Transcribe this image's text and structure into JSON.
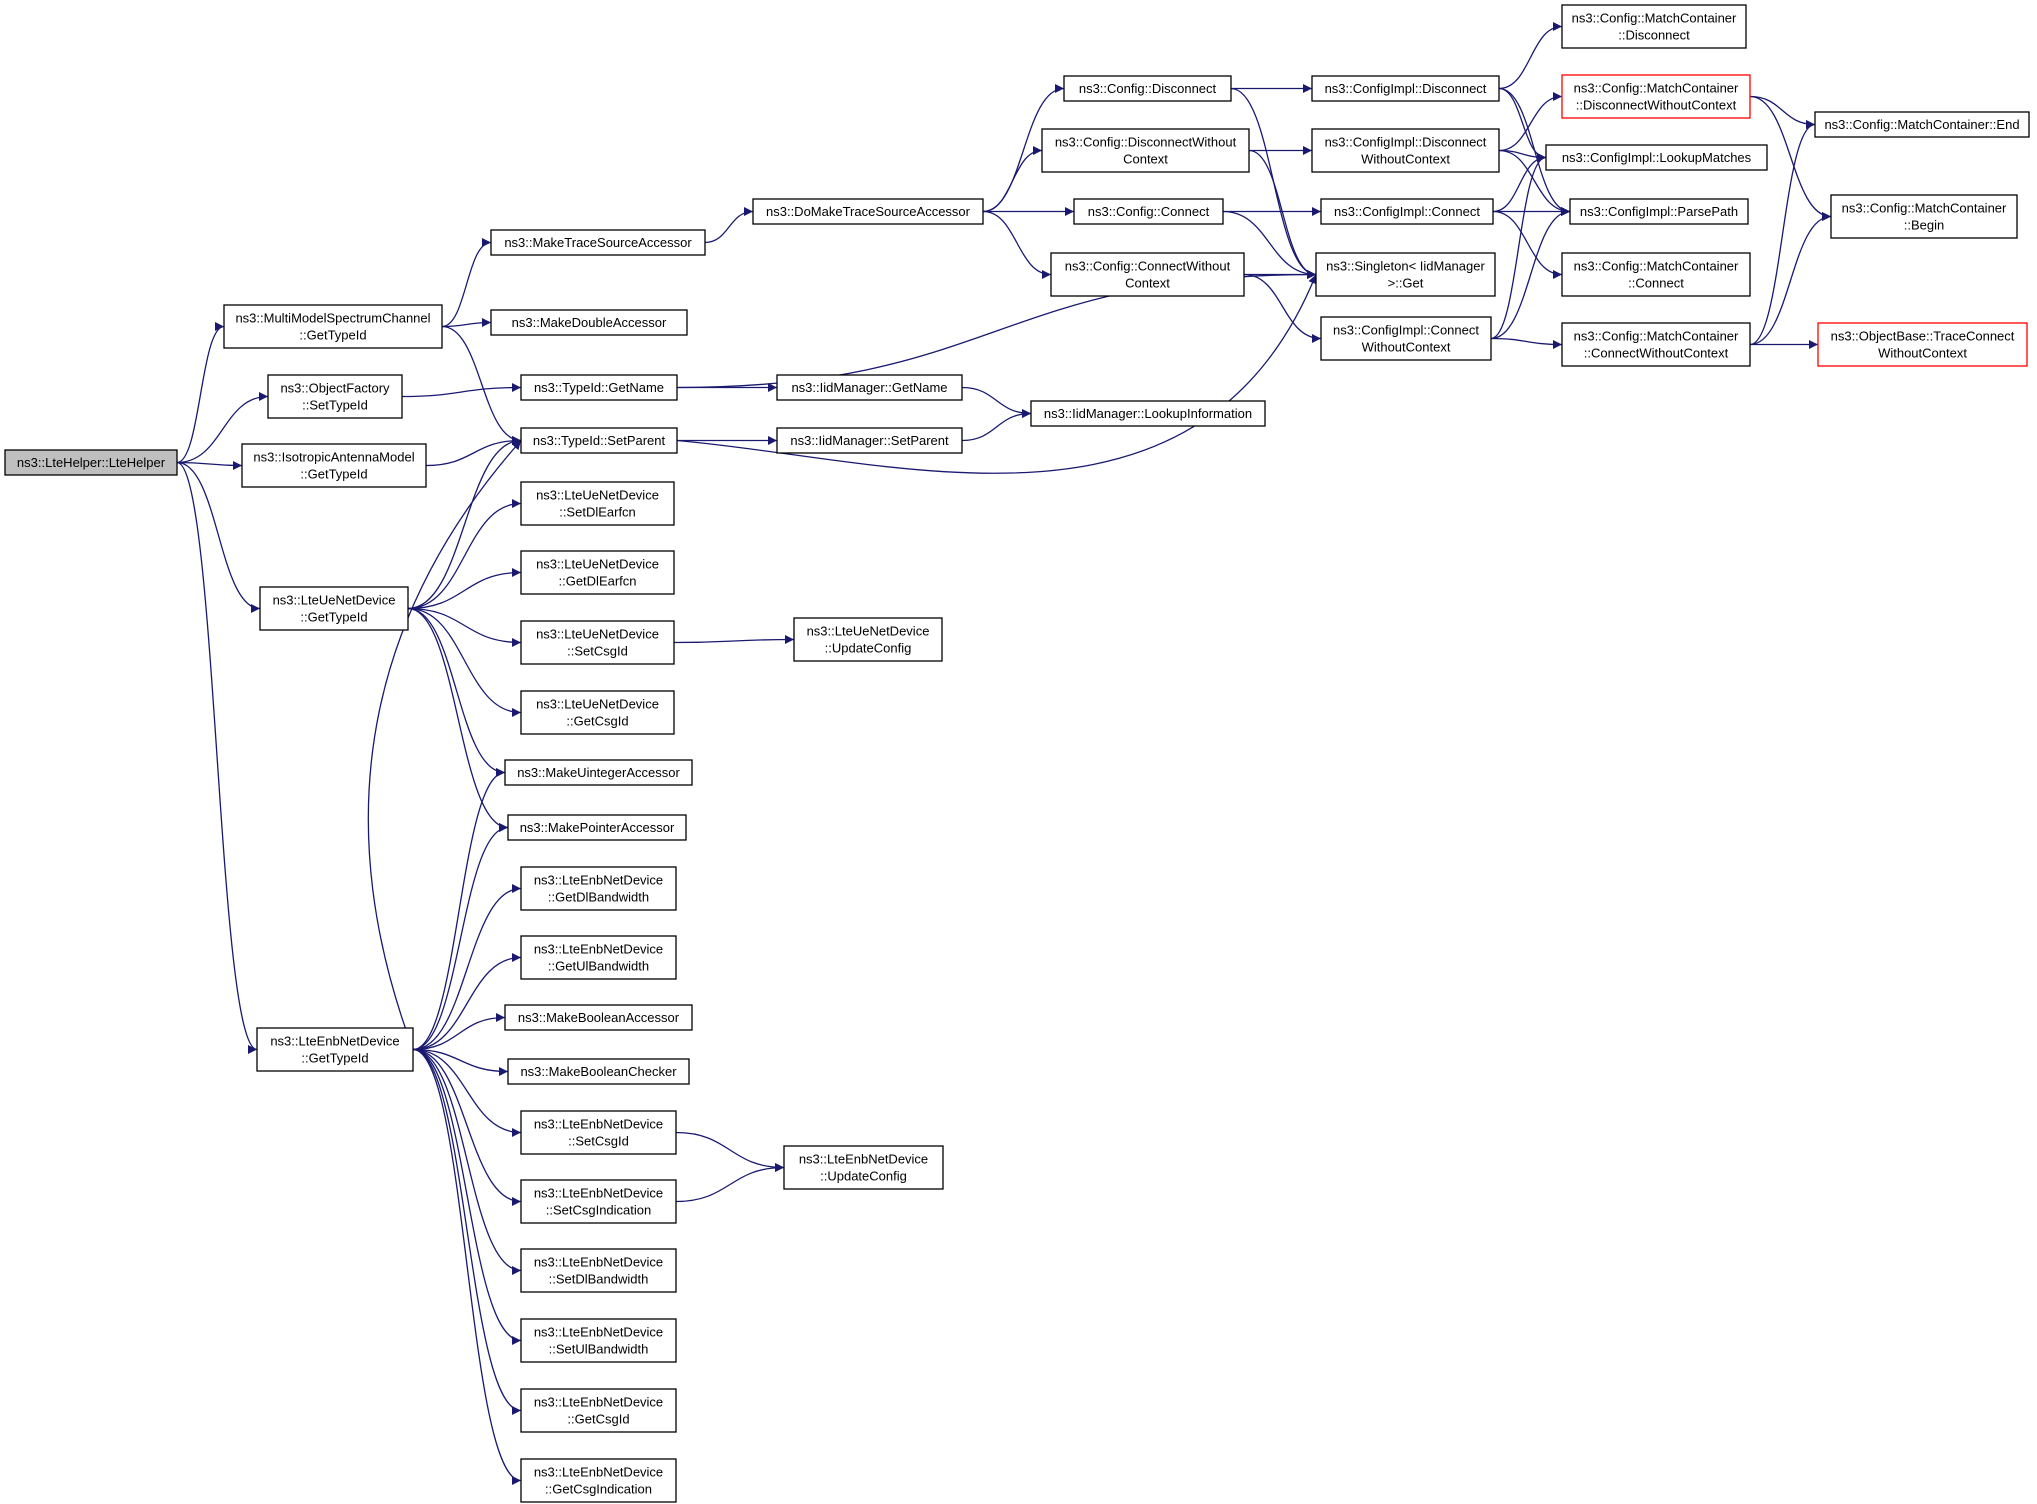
{
  "diagram": {
    "title": "",
    "colors": {
      "edge": "#191970",
      "node_border": "#000000",
      "root_fill": "#bfbfbf",
      "external_border": "#ff0000",
      "background": "#ffffff"
    },
    "nodes": [
      {
        "id": "n0",
        "lines": [
          "ns3::LteHelper::LteHelper"
        ],
        "style": "root"
      },
      {
        "id": "n1",
        "lines": [
          "ns3::MultiModelSpectrumChannel",
          "::GetTypeId"
        ]
      },
      {
        "id": "n2",
        "lines": [
          "ns3::ObjectFactory",
          "::SetTypeId"
        ]
      },
      {
        "id": "n3",
        "lines": [
          "ns3::IsotropicAntennaModel",
          "::GetTypeId"
        ]
      },
      {
        "id": "n4",
        "lines": [
          "ns3::LteUeNetDevice",
          "::GetTypeId"
        ]
      },
      {
        "id": "n5",
        "lines": [
          "ns3::LteEnbNetDevice",
          "::GetTypeId"
        ]
      },
      {
        "id": "n6",
        "lines": [
          "ns3::MakeTraceSourceAccessor"
        ]
      },
      {
        "id": "n7",
        "lines": [
          "ns3::MakeDoubleAccessor"
        ]
      },
      {
        "id": "n8",
        "lines": [
          "ns3::TypeId::GetName"
        ]
      },
      {
        "id": "n9",
        "lines": [
          "ns3::TypeId::SetParent"
        ]
      },
      {
        "id": "n10",
        "lines": [
          "ns3::LteUeNetDevice",
          "::SetDlEarfcn"
        ]
      },
      {
        "id": "n11",
        "lines": [
          "ns3::LteUeNetDevice",
          "::GetDlEarfcn"
        ]
      },
      {
        "id": "n12",
        "lines": [
          "ns3::LteUeNetDevice",
          "::SetCsgId"
        ]
      },
      {
        "id": "n13",
        "lines": [
          "ns3::LteUeNetDevice",
          "::GetCsgId"
        ]
      },
      {
        "id": "n14",
        "lines": [
          "ns3::MakeUintegerAccessor"
        ]
      },
      {
        "id": "n15",
        "lines": [
          "ns3::MakePointerAccessor"
        ]
      },
      {
        "id": "n16",
        "lines": [
          "ns3::LteEnbNetDevice",
          "::GetDlBandwidth"
        ]
      },
      {
        "id": "n17",
        "lines": [
          "ns3::LteEnbNetDevice",
          "::GetUlBandwidth"
        ]
      },
      {
        "id": "n18",
        "lines": [
          "ns3::MakeBooleanAccessor"
        ]
      },
      {
        "id": "n19",
        "lines": [
          "ns3::MakeBooleanChecker"
        ]
      },
      {
        "id": "n20",
        "lines": [
          "ns3::LteEnbNetDevice",
          "::SetCsgId"
        ]
      },
      {
        "id": "n21",
        "lines": [
          "ns3::LteEnbNetDevice",
          "::SetCsgIndication"
        ]
      },
      {
        "id": "n22",
        "lines": [
          "ns3::LteEnbNetDevice",
          "::SetDlBandwidth"
        ]
      },
      {
        "id": "n23",
        "lines": [
          "ns3::LteEnbNetDevice",
          "::SetUlBandwidth"
        ]
      },
      {
        "id": "n24",
        "lines": [
          "ns3::LteEnbNetDevice",
          "::GetCsgId"
        ]
      },
      {
        "id": "n25",
        "lines": [
          "ns3::LteEnbNetDevice",
          "::GetCsgIndication"
        ]
      },
      {
        "id": "n26",
        "lines": [
          "ns3::DoMakeTraceSourceAccessor"
        ]
      },
      {
        "id": "n27",
        "lines": [
          "ns3::IidManager::GetName"
        ]
      },
      {
        "id": "n28",
        "lines": [
          "ns3::IidManager::SetParent"
        ]
      },
      {
        "id": "n29",
        "lines": [
          "ns3::IidManager::LookupInformation"
        ]
      },
      {
        "id": "n30",
        "lines": [
          "ns3::LteUeNetDevice",
          "::UpdateConfig"
        ]
      },
      {
        "id": "n31",
        "lines": [
          "ns3::LteEnbNetDevice",
          "::UpdateConfig"
        ]
      },
      {
        "id": "n32",
        "lines": [
          "ns3::Config::Disconnect"
        ]
      },
      {
        "id": "n33",
        "lines": [
          "ns3::Config::DisconnectWithout",
          "Context"
        ]
      },
      {
        "id": "n34",
        "lines": [
          "ns3::Config::Connect"
        ]
      },
      {
        "id": "n35",
        "lines": [
          "ns3::Config::ConnectWithout",
          "Context"
        ]
      },
      {
        "id": "n36",
        "lines": [
          "ns3::Singleton< IidManager",
          " >::Get"
        ]
      },
      {
        "id": "n37",
        "lines": [
          "ns3::ConfigImpl::Disconnect"
        ]
      },
      {
        "id": "n38",
        "lines": [
          "ns3::ConfigImpl::Disconnect",
          "WithoutContext"
        ]
      },
      {
        "id": "n39",
        "lines": [
          "ns3::ConfigImpl::Connect"
        ]
      },
      {
        "id": "n40",
        "lines": [
          "ns3::ConfigImpl::Connect",
          "WithoutContext"
        ]
      },
      {
        "id": "n41",
        "lines": [
          "ns3::Config::MatchContainer",
          "::Disconnect"
        ]
      },
      {
        "id": "n42",
        "lines": [
          "ns3::Config::MatchContainer",
          "::DisconnectWithoutContext"
        ],
        "style": "external"
      },
      {
        "id": "n43",
        "lines": [
          "ns3::ConfigImpl::LookupMatches"
        ]
      },
      {
        "id": "n44",
        "lines": [
          "ns3::ConfigImpl::ParsePath"
        ]
      },
      {
        "id": "n45",
        "lines": [
          "ns3::Config::MatchContainer",
          "::Connect"
        ]
      },
      {
        "id": "n46",
        "lines": [
          "ns3::Config::MatchContainer",
          "::ConnectWithoutContext"
        ]
      },
      {
        "id": "n47",
        "lines": [
          "ns3::Config::MatchContainer::End"
        ]
      },
      {
        "id": "n48",
        "lines": [
          "ns3::Config::MatchContainer",
          "::Begin"
        ]
      },
      {
        "id": "n49",
        "lines": [
          "ns3::ObjectBase::TraceConnect",
          "WithoutContext"
        ],
        "style": "external"
      }
    ],
    "edges": [
      [
        "n0",
        "n1"
      ],
      [
        "n0",
        "n2"
      ],
      [
        "n0",
        "n3"
      ],
      [
        "n0",
        "n4"
      ],
      [
        "n0",
        "n5"
      ],
      [
        "n1",
        "n6"
      ],
      [
        "n1",
        "n7"
      ],
      [
        "n1",
        "n9"
      ],
      [
        "n2",
        "n8"
      ],
      [
        "n3",
        "n9"
      ],
      [
        "n4",
        "n9"
      ],
      [
        "n4",
        "n10"
      ],
      [
        "n4",
        "n11"
      ],
      [
        "n4",
        "n12"
      ],
      [
        "n4",
        "n13"
      ],
      [
        "n4",
        "n14"
      ],
      [
        "n4",
        "n15"
      ],
      [
        "n5",
        "n9"
      ],
      [
        "n5",
        "n14"
      ],
      [
        "n5",
        "n15"
      ],
      [
        "n5",
        "n16"
      ],
      [
        "n5",
        "n17"
      ],
      [
        "n5",
        "n18"
      ],
      [
        "n5",
        "n19"
      ],
      [
        "n5",
        "n20"
      ],
      [
        "n5",
        "n21"
      ],
      [
        "n5",
        "n22"
      ],
      [
        "n5",
        "n23"
      ],
      [
        "n5",
        "n24"
      ],
      [
        "n5",
        "n25"
      ],
      [
        "n6",
        "n26"
      ],
      [
        "n8",
        "n27"
      ],
      [
        "n8",
        "n36"
      ],
      [
        "n9",
        "n28"
      ],
      [
        "n9",
        "n36"
      ],
      [
        "n12",
        "n30"
      ],
      [
        "n20",
        "n31"
      ],
      [
        "n21",
        "n31"
      ],
      [
        "n26",
        "n32"
      ],
      [
        "n26",
        "n33"
      ],
      [
        "n26",
        "n34"
      ],
      [
        "n26",
        "n35"
      ],
      [
        "n27",
        "n29"
      ],
      [
        "n28",
        "n29"
      ],
      [
        "n32",
        "n37"
      ],
      [
        "n32",
        "n36"
      ],
      [
        "n33",
        "n38"
      ],
      [
        "n33",
        "n36"
      ],
      [
        "n34",
        "n39"
      ],
      [
        "n34",
        "n36"
      ],
      [
        "n35",
        "n36"
      ],
      [
        "n35",
        "n40"
      ],
      [
        "n37",
        "n41"
      ],
      [
        "n37",
        "n43"
      ],
      [
        "n37",
        "n44"
      ],
      [
        "n38",
        "n42"
      ],
      [
        "n38",
        "n43"
      ],
      [
        "n38",
        "n44"
      ],
      [
        "n39",
        "n43"
      ],
      [
        "n39",
        "n44"
      ],
      [
        "n39",
        "n45"
      ],
      [
        "n40",
        "n43"
      ],
      [
        "n40",
        "n44"
      ],
      [
        "n40",
        "n46"
      ],
      [
        "n42",
        "n47"
      ],
      [
        "n42",
        "n48"
      ],
      [
        "n46",
        "n47"
      ],
      [
        "n46",
        "n48"
      ],
      [
        "n46",
        "n49"
      ]
    ]
  }
}
